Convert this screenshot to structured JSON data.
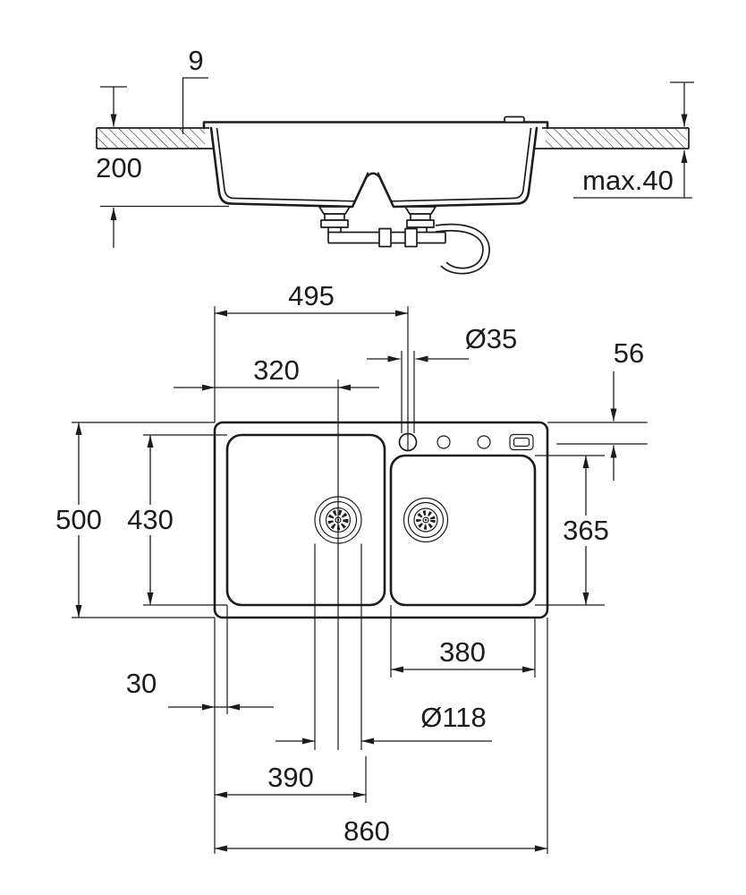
{
  "drawing": {
    "type": "sink-installation-technical-drawing",
    "colors": {
      "line": "#1c1c1c",
      "background": "#ffffff"
    },
    "dims": {
      "rim_height": "9",
      "bowl_depth": "200",
      "max_counter_thickness": "max.40",
      "width_to_tap_center": "495",
      "tap_hole_diameter": "Ø35",
      "edge_to_tap_row": "56",
      "edge_to_drain_center": "320",
      "overall_depth": "500",
      "left_bowl_depth": "430",
      "right_bowl_depth": "365",
      "right_bowl_width": "380",
      "edge_margin": "30",
      "drain_diameter": "Ø118",
      "left_bowl_width": "390",
      "overall_width": "860"
    }
  }
}
